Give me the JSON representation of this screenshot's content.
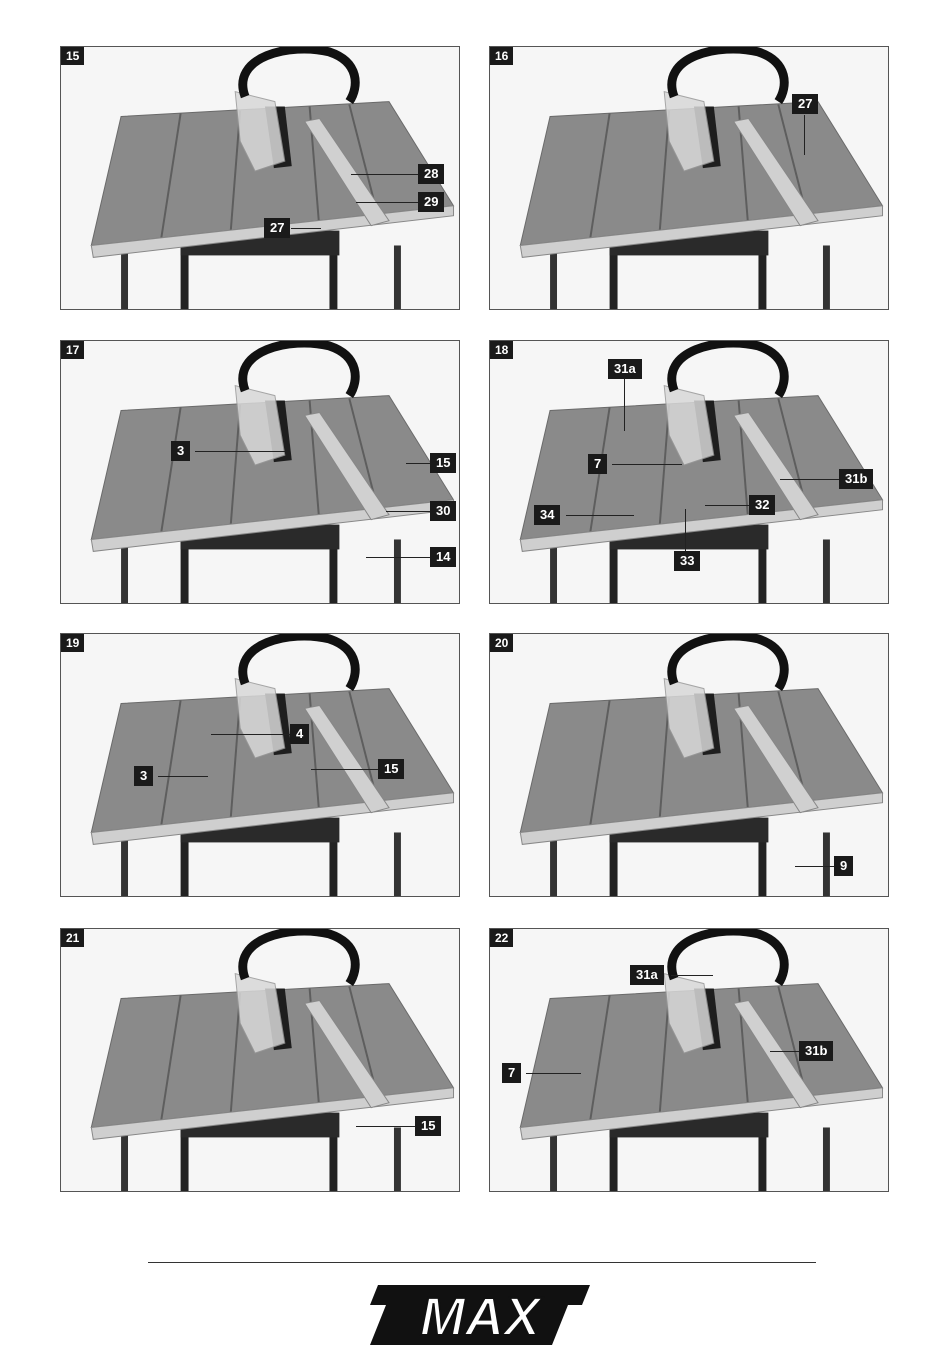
{
  "figures": [
    {
      "number": "15",
      "callouts": [
        "28",
        "29",
        "27"
      ]
    },
    {
      "number": "16",
      "callouts": [
        "27"
      ]
    },
    {
      "number": "17",
      "callouts": [
        "3",
        "15",
        "30",
        "14"
      ]
    },
    {
      "number": "18",
      "callouts": [
        "31a",
        "7",
        "31b",
        "32",
        "34",
        "33"
      ]
    },
    {
      "number": "19",
      "callouts": [
        "4",
        "3",
        "15"
      ]
    },
    {
      "number": "20",
      "callouts": [
        "9"
      ]
    },
    {
      "number": "21",
      "callouts": [
        "15"
      ]
    },
    {
      "number": "22",
      "callouts": [
        "31a",
        "7",
        "31b"
      ]
    }
  ],
  "logo": {
    "text": "MAX"
  }
}
